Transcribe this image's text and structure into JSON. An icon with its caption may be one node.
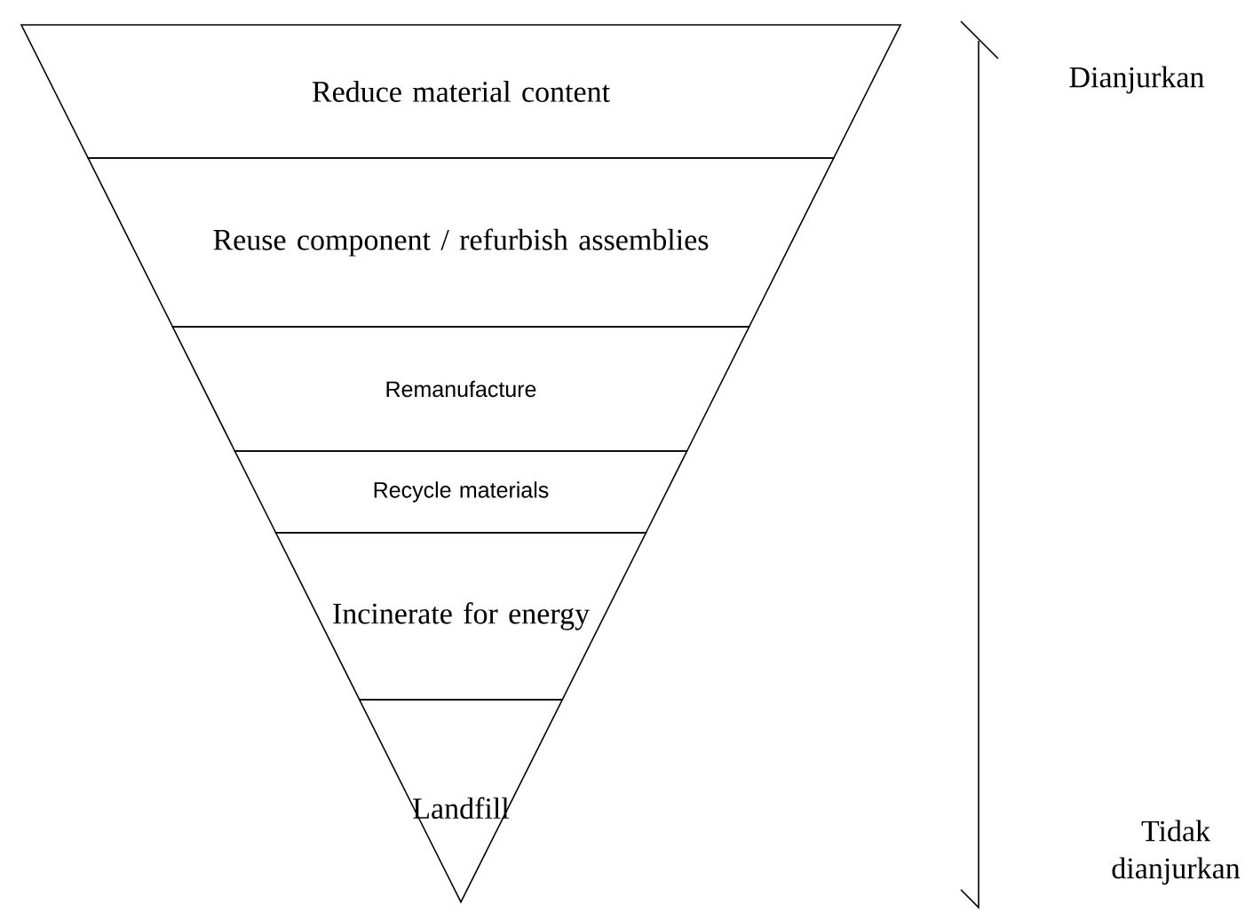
{
  "diagram": {
    "nodes": [
      {
        "text": [
          "Reduce material content"
        ]
      },
      {
        "text": [
          "Reuse component / refurbish assemblies"
        ]
      },
      {
        "text": [
          "Remanufacture"
        ]
      },
      {
        "text": [
          "Recycle materials"
        ]
      },
      {
        "text": [
          "Incinerate for energy"
        ]
      },
      {
        "text": [
          "Landfill"
        ]
      }
    ],
    "labels": [
      "Dianjurkan",
      "Tidak dianjurkan"
    ]
  }
}
